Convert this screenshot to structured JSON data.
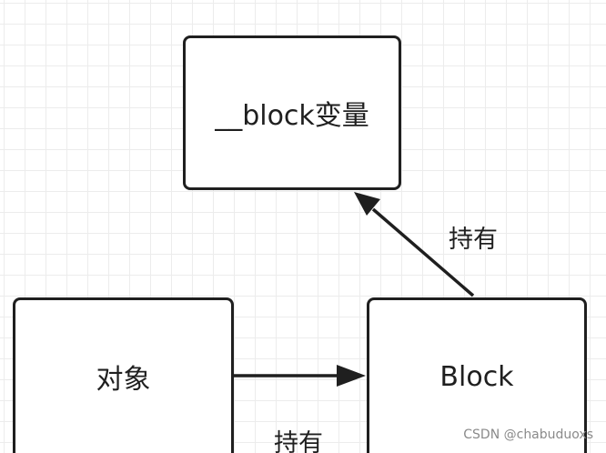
{
  "nodes": {
    "block_variable": "__block变量",
    "object": "对象",
    "block": "Block"
  },
  "edges": {
    "object_to_block": "持有",
    "block_to_block_variable": "持有"
  },
  "watermark": "CSDN @chabuduoxs",
  "colors": {
    "stroke": "#1f1f1f",
    "grid": "#ececec",
    "background": "#ffffff",
    "watermark": "#8a8a8a"
  }
}
